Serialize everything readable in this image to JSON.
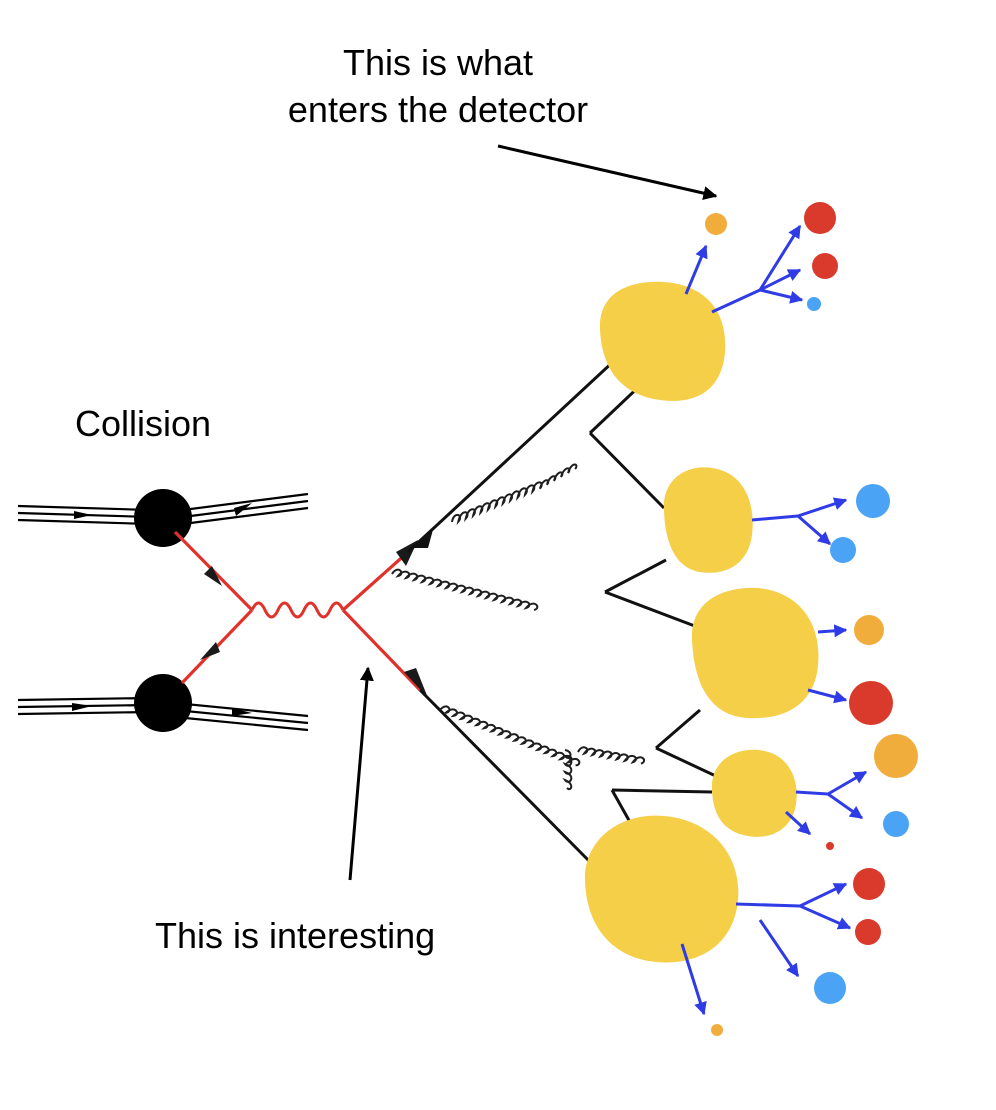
{
  "labels": {
    "detector_line1": "This is what",
    "detector_line2": "enters the detector",
    "collision": "Collision",
    "interesting": "This is interesting"
  },
  "colors": {
    "beam": "#000000",
    "interaction": "#e0322a",
    "gluon": "#1e1e1e",
    "hadron_blob": "#f5cf47",
    "decay_arrow": "#2f3ce6",
    "particle_red": "#d93a2b",
    "particle_blue": "#4aa3f5",
    "particle_orange": "#f0ad3b",
    "annotation_arrow": "#000000"
  },
  "icons": {
    "proton_vertex": "filled-black-circle",
    "virtual_boson": "wavy-line",
    "gluon": "curly-line",
    "hadron": "yellow-blob",
    "final_particle": "colored-dot"
  }
}
